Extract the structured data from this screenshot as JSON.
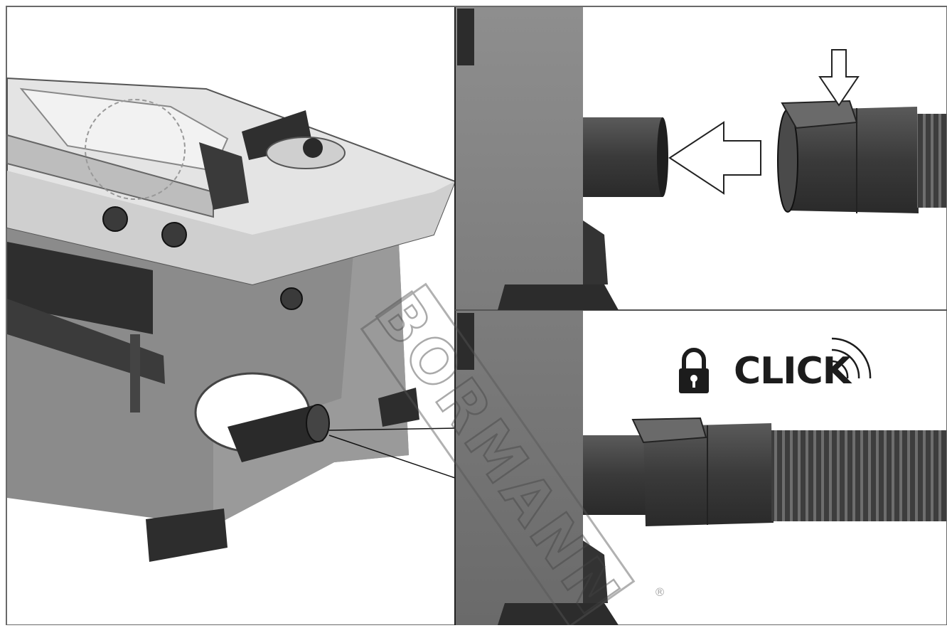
{
  "callout": {
    "label": "CLICK",
    "lock_icon": "padlock-icon",
    "sound_icon": "sound-waves-icon"
  },
  "watermark": {
    "text": "BORMANN",
    "mark": "®"
  },
  "panels": [
    {
      "id": "saw-overview",
      "content": "table saw with dust port"
    },
    {
      "id": "step-insert",
      "content": "hose coupling pushed onto dust port",
      "icons": [
        "arrow-left-icon",
        "arrow-down-icon"
      ]
    },
    {
      "id": "step-locked",
      "content": "hose coupling locked on dust port"
    }
  ],
  "colors": {
    "dark_gray": "#3c3c3c",
    "mid_gray": "#7b7b7b",
    "light_gray": "#b5b5b5",
    "outline": "#222222",
    "background": "#ffffff"
  }
}
